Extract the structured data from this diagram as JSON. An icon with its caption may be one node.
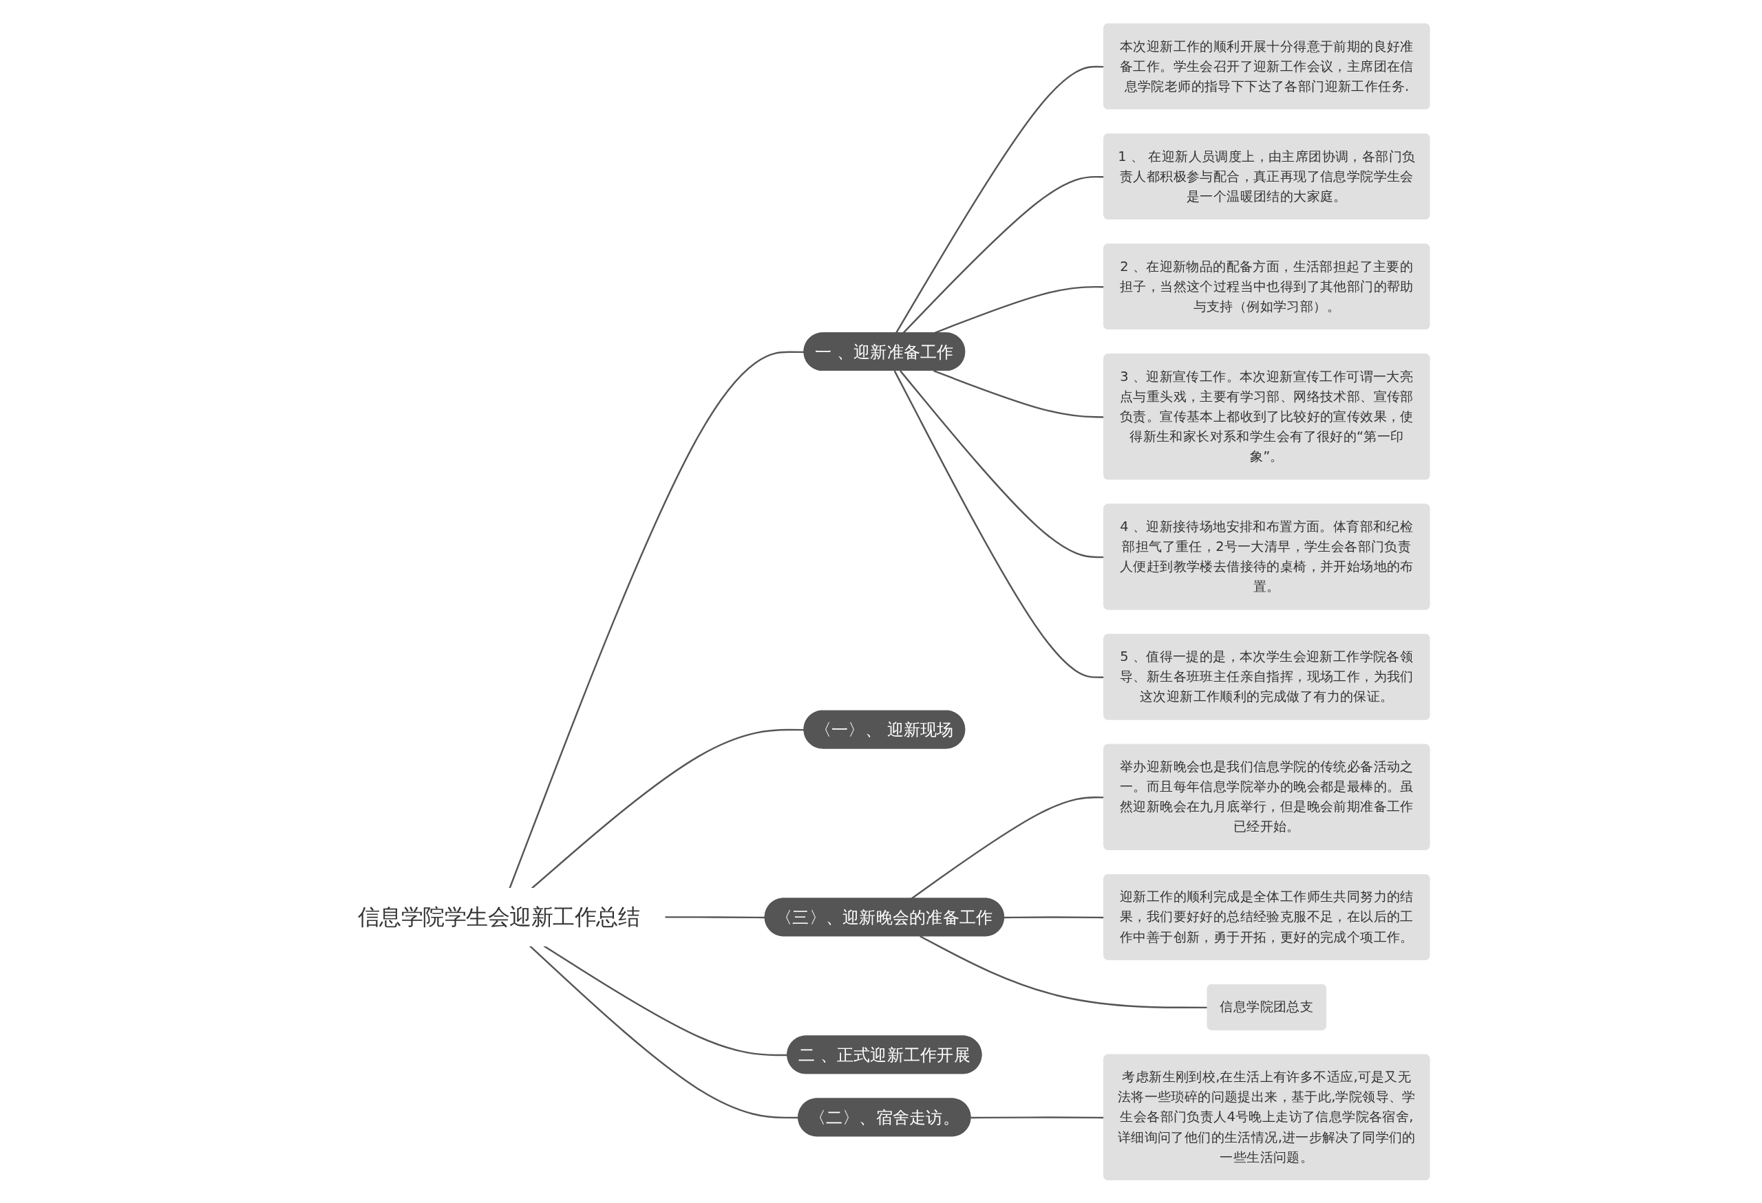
{
  "diagram": {
    "nodes": [
      {
        "text": [
          "信息学院学生会迎新工作总结"
        ]
      },
      {
        "text": [
          "一 、迎新准备工作"
        ]
      },
      {
        "text": [
          "本次迎新工作的顺利开展十分得意于前期的良好准备工作。学生会召开了迎新工作会议，主席团在信息学院老师的指导下下达了各部门迎新工作任务."
        ]
      },
      {
        "text": [
          "1 、 在迎新人员调度上，由主席团协调，各部门负责人都积极参与配合，真正再现了信息学院学生会是一个温暖团结的大家庭。"
        ]
      },
      {
        "text": [
          "2 、在迎新物品的配备方面，生活部担起了主要的担子，当然这个过程当中也得到了其他部门的帮助与支持（例如学习部）。"
        ]
      },
      {
        "text": [
          "3 、迎新宣传工作。本次迎新宣传工作可谓一大亮点与重头戏，主要有学习部、网络技术部、宣传部负责。宣传基本上都收到了比较好的宣传效果，使得新生和家长对系和学生会有了很好的“第一印象”。"
        ]
      },
      {
        "text": [
          "4 、迎新接待场地安排和布置方面。体育部和纪检部担气了重任，2号一大清早，学生会各部门负责人便赶到教学楼去借接待的桌椅，并开始场地的布置。"
        ]
      },
      {
        "text": [
          "5 、值得一提的是，本次学生会迎新工作学院各领导、新生各班班主任亲自指挥，现场工作，为我们这次迎新工作顺利的完成做了有力的保证。"
        ]
      },
      {
        "text": [
          "〈一〉、 迎新现场"
        ]
      },
      {
        "text": [
          "〈三〉、迎新晚会的准备工作"
        ]
      },
      {
        "text": [
          "举办迎新晚会也是我们信息学院的传统必备活动之一。而且每年信息学院举办的晚会都是最棒的。虽然迎新晚会在九月底举行，但是晚会前期准备工作已经开始。"
        ]
      },
      {
        "text": [
          "迎新工作的顺利完成是全体工作师生共同努力的结果，我们要好好的总结经验克服不足，在以后的工作中善于创新，勇于开拓，更好的完成个项工作。"
        ]
      },
      {
        "text": [
          "信息学院团总支"
        ]
      },
      {
        "text": [
          "二 、正式迎新工作开展"
        ]
      },
      {
        "text": [
          "〈二〉、宿舍走访。"
        ]
      },
      {
        "text": [
          "考虑新生刚到校,在生活上有许多不适应,可是又无法将一些琐碎的问题提出来，基于此,学院领导、学生会各部门负责人4号晚上走访了信息学院各宿舍,详细询问了他们的生活情况,进一步解决了同学们的一些生活问题。"
        ]
      }
    ],
    "edges": [
      {
        "from": 0,
        "to": 1,
        "arrow": "none"
      },
      {
        "from": 1,
        "to": 2,
        "arrow": "none"
      },
      {
        "from": 1,
        "to": 3,
        "arrow": "none"
      },
      {
        "from": 1,
        "to": 4,
        "arrow": "none"
      },
      {
        "from": 1,
        "to": 5,
        "arrow": "none"
      },
      {
        "from": 1,
        "to": 6,
        "arrow": "none"
      },
      {
        "from": 1,
        "to": 7,
        "arrow": "none"
      },
      {
        "from": 0,
        "to": 8,
        "arrow": "none"
      },
      {
        "from": 0,
        "to": 9,
        "arrow": "none"
      },
      {
        "from": 9,
        "to": 10,
        "arrow": "none"
      },
      {
        "from": 9,
        "to": 11,
        "arrow": "none"
      },
      {
        "from": 9,
        "to": 12,
        "arrow": "none"
      },
      {
        "from": 0,
        "to": 13,
        "arrow": "none"
      },
      {
        "from": 0,
        "to": 14,
        "arrow": "none"
      },
      {
        "from": 14,
        "to": 15,
        "arrow": "none"
      }
    ]
  }
}
